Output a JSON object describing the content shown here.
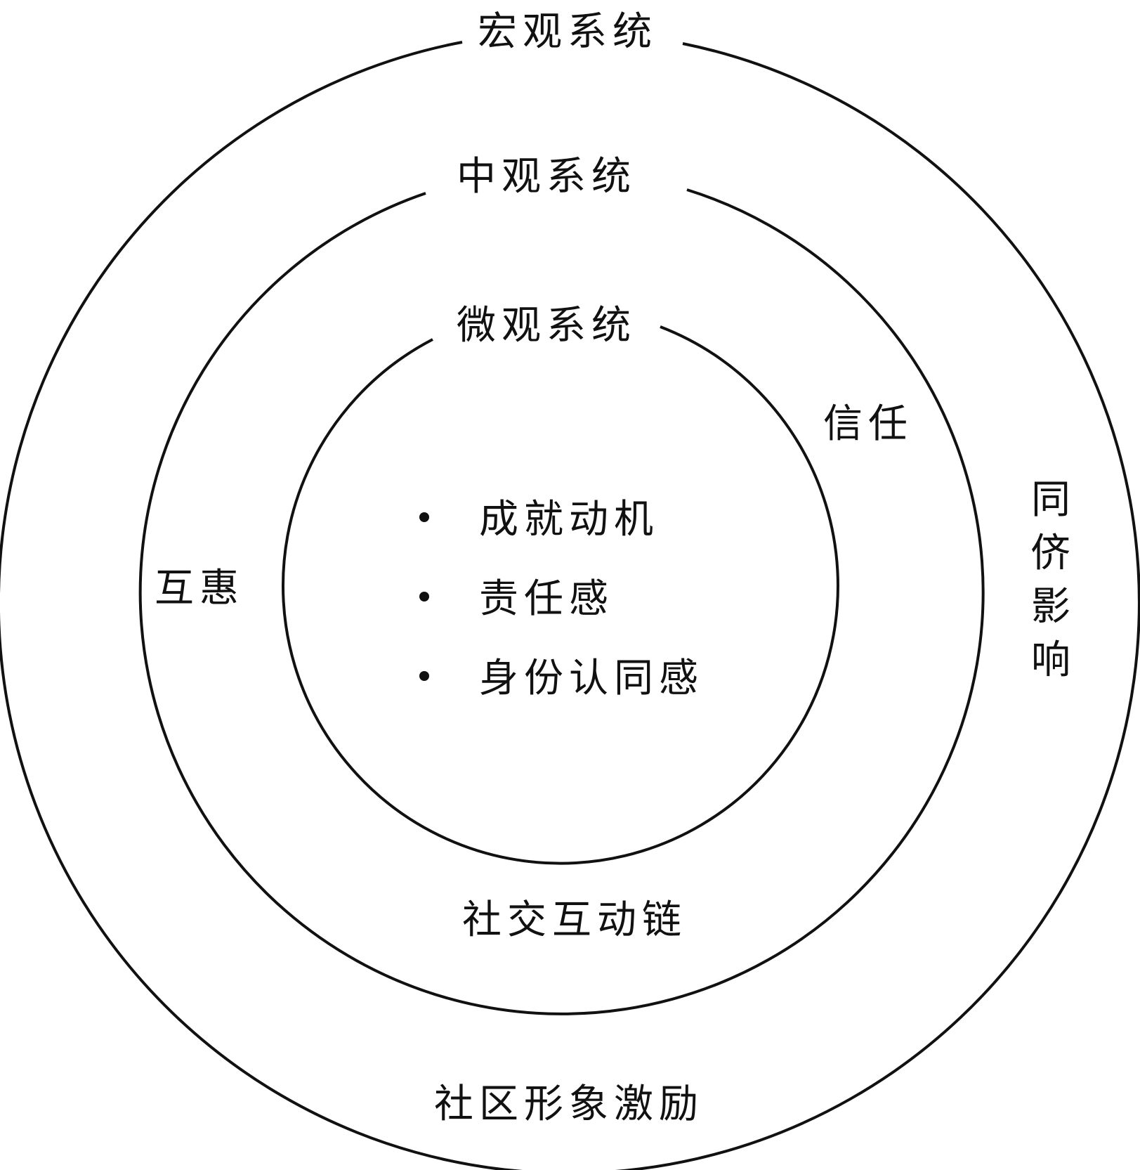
{
  "diagram": {
    "layers": [
      {
        "title": "宏观系统"
      },
      {
        "title": "中观系统"
      },
      {
        "title": "微观系统"
      }
    ],
    "micro_items": [
      "成就动机",
      "责任感",
      "身份认同感"
    ],
    "meso_labels": {
      "trust": "信任",
      "reciprocity": "互惠",
      "social_chain": "社交互动链"
    },
    "macro_labels": {
      "peer_influence": [
        "同",
        "侪",
        "影",
        "响"
      ],
      "community_image": "社区形象激励"
    },
    "colors": {
      "stroke": "#111111",
      "text": "#111111",
      "background": "#ffffff"
    }
  }
}
